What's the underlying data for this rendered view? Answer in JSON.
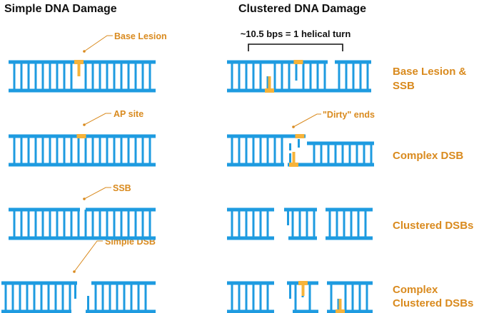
{
  "headings": {
    "simple": "Simple DNA Damage",
    "clustered": "Clustered DNA Damage"
  },
  "bracket_label": "~10.5 bps = 1 helical turn",
  "callouts": {
    "base_lesion": "Base Lesion",
    "ap_site": "AP site",
    "ssb": "SSB",
    "simple_dsb": "Simple DSB",
    "dirty_ends": "\"Dirty\" ends"
  },
  "row_labels": {
    "row1": [
      "Base Lesion &",
      "SSB"
    ],
    "row2": [
      "Complex DSB"
    ],
    "row3": [
      "Clustered DSBs"
    ],
    "row4": [
      "Complex",
      "Clustered DSBs"
    ]
  },
  "colors": {
    "strand": "#1e9be0",
    "lesion": "#f6b33a",
    "label": "#d98a1e",
    "text": "#111111"
  }
}
